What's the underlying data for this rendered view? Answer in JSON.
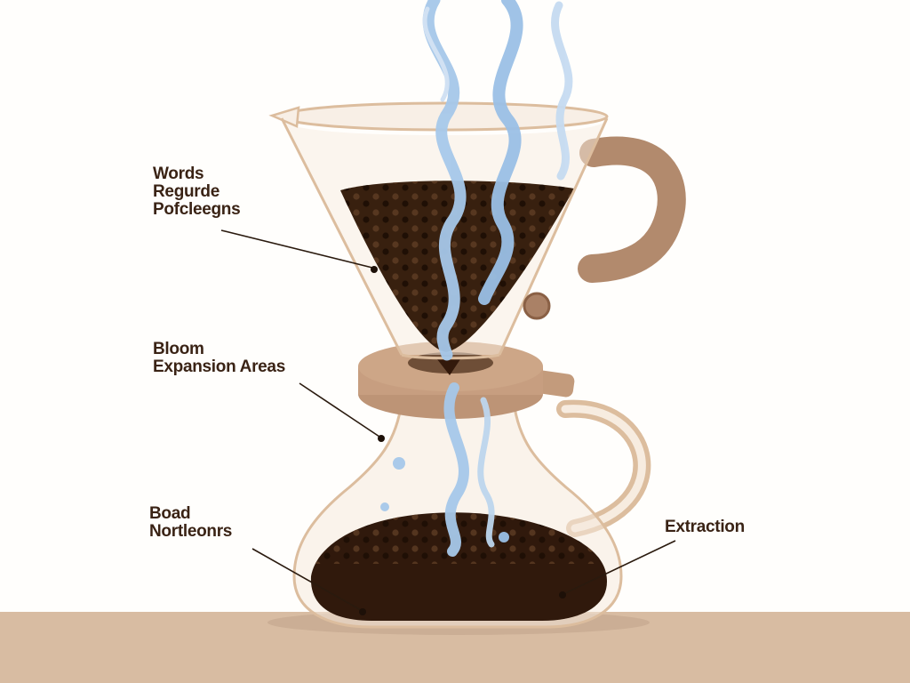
{
  "palette": {
    "background": "#fffefc",
    "table": "#d8bca2",
    "glass_outline": "#dcbd9e",
    "glass_fill": "#f6e9dd",
    "coffee_grounds": "#38200f",
    "brewed_coffee": "#30190c",
    "water": "#a6c8ea",
    "water_light": "#c6dbf1",
    "handle_brown": "#b28a6d",
    "collar": "#cda687",
    "label_text": "#3a2315",
    "leader_line": "#2a1a0e"
  },
  "labels": {
    "grounds": {
      "lines": [
        "Words",
        "Regurde",
        "Pofcleegns"
      ]
    },
    "bloom": {
      "lines": [
        "Bloom",
        "Expansion Areas"
      ]
    },
    "body": {
      "lines": [
        "Boad",
        "Nortleonrs"
      ]
    },
    "extraction": {
      "lines": [
        "Extraction"
      ]
    }
  }
}
